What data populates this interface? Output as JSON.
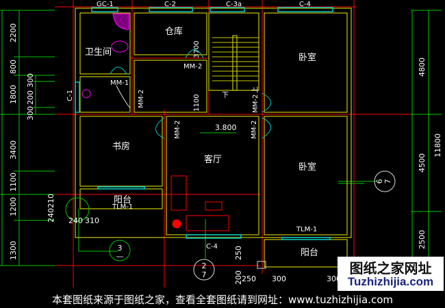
{
  "colors": {
    "wall": "#c8c800",
    "axis": "#ff0000",
    "dimension": "#00c800",
    "window": "#00c8c8",
    "fixture": "#ff00ff",
    "furniture": "#ff0000"
  },
  "rooms": {
    "bathroom": "卫生间",
    "storage": "仓库",
    "bedroom_top": "卧室",
    "study": "书房",
    "living": "客厅",
    "bedroom_bottom": "卧室",
    "balcony_left": "阳台",
    "balcony_right": "阳台"
  },
  "labels": {
    "gc1": "GC-1",
    "c2": "C-2",
    "c3a": "C-3a",
    "c4_top": "C-4",
    "c1": "C-1",
    "mm1": "MM-1",
    "mm2_a": "MM-2",
    "mm2_b": "MM-2",
    "mm2_c": "MM-2",
    "mm2_d": "MM-2",
    "mm2_e": "MM-2",
    "tlm1_left": "TLM-1",
    "tlm1_right": "TLM-1",
    "c4_bottom": "C-4",
    "elev": "3.800",
    "stair_down": "下",
    "stair_up": "上",
    "d3700": "3700",
    "d1100": "1100"
  },
  "dims_left": [
    "2200",
    "800",
    "1800",
    "300",
    "200",
    "300",
    "3400",
    "1100",
    "1200",
    "1300"
  ],
  "dims_right": [
    "4800",
    "4500",
    "2500",
    "11800"
  ],
  "dims_misc": [
    "240",
    "210",
    "240",
    "310",
    "250",
    "200",
    "250",
    "300",
    "300"
  ],
  "section_marks": {
    "s3_top": "3",
    "s3_bottom": "—",
    "s2_top": "2",
    "s2_bottom": "7",
    "s6_top": "6",
    "s6_bottom": "7"
  },
  "logo": {
    "cn": "图纸之家网址",
    "en": "Tuzhizhijia.com"
  },
  "watermark": "本套图纸来源于图纸之家，查看全套图纸请到网址：www.tuzhizhijia.com"
}
